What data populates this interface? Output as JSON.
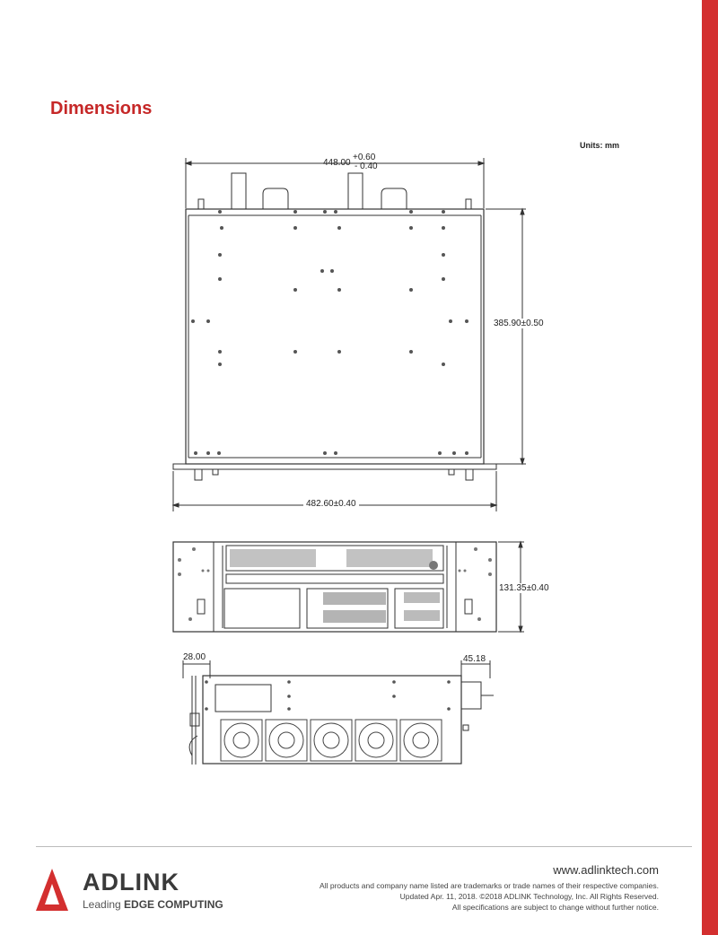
{
  "page": {
    "title": "Dimensions",
    "units": "Units: mm"
  },
  "top_view": {
    "width_dim": "448.00",
    "width_tol_plus": "+0.60",
    "width_tol_minus": "- 0.40",
    "depth_dim": "385.90±0.50",
    "overall_width_dim": "482.60±0.40"
  },
  "front_view": {
    "height_dim": "131.35±0.40"
  },
  "side_view": {
    "left_offset_dim": "28.00",
    "right_offset_dim": "45.18"
  },
  "footer": {
    "brand": "ADLINK",
    "tagline_prefix": "Leading ",
    "tagline_bold": "EDGE COMPUTING",
    "website": "www.adlinktech.com",
    "legal_1": "All products and company name listed are trademarks or trade names of their respective companies.",
    "legal_2": "Updated Apr. 11, 2018. ©2018 ADLINK Technology, Inc. All Rights Reserved.",
    "legal_3": "All specifications are subject to change without further notice."
  },
  "colors": {
    "accent": "#d32f2f",
    "title": "#c62828"
  }
}
